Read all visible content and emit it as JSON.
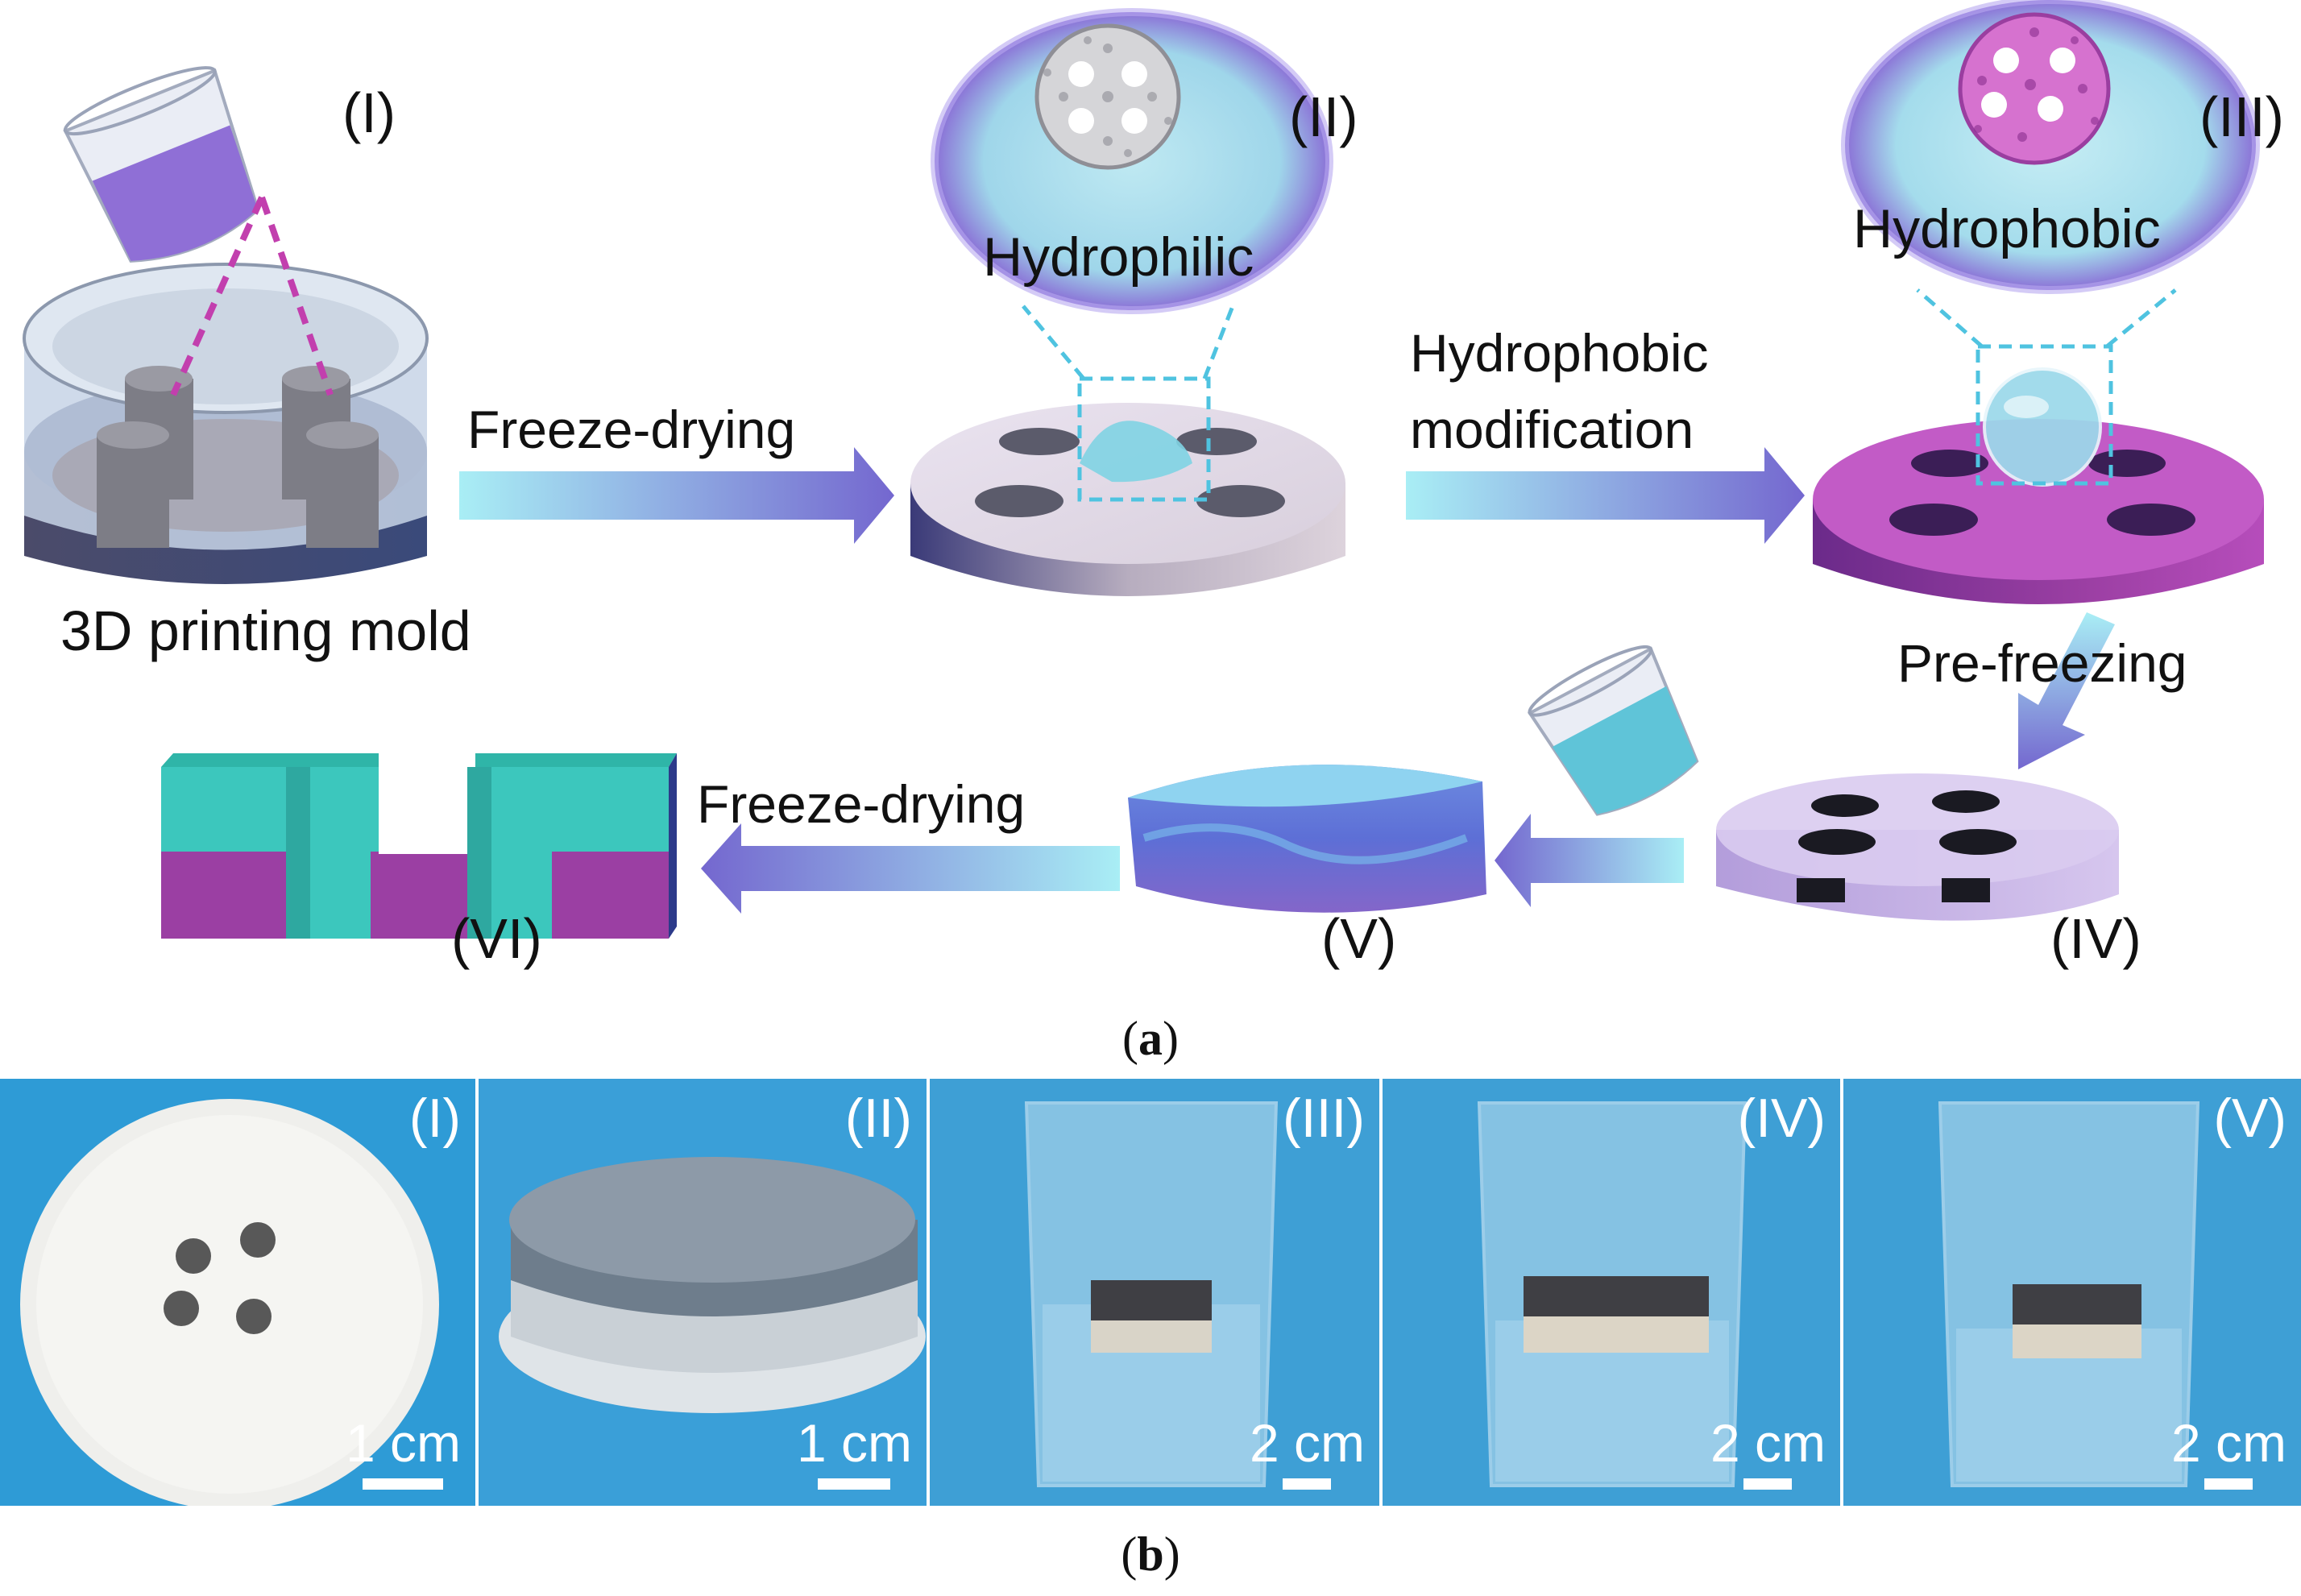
{
  "panel_a": {
    "caption_label": "a",
    "step_numbers": [
      "(I)",
      "(II)",
      "(III)",
      "(IV)",
      "(V)",
      "(VI)"
    ],
    "mold_label": "3D printing mold",
    "arrow_labels": {
      "freeze_drying_top": "Freeze-drying",
      "hydrophobic_mod_line1": "Hydrophobic",
      "hydrophobic_mod_line2": "modification",
      "pre_freezing": "Pre-freezing",
      "freeze_drying_bottom": "Freeze-drying"
    },
    "bubble_labels": {
      "hydrophilic": "Hydrophilic",
      "hydrophobic": "Hydrophobic"
    },
    "colors": {
      "teal": "#3cc7bd",
      "magenta": "#9b3fa3",
      "arrow_light": "#8ee3ee",
      "arrow_dark": "#7a6fd0",
      "bubble_edge": "#7fd6e6",
      "dashed_box": "#4fc3e0"
    }
  },
  "panel_b": {
    "caption_label": "b",
    "photos": [
      {
        "roman": "(I)",
        "scale": "1 cm"
      },
      {
        "roman": "(II)",
        "scale": "1 cm"
      },
      {
        "roman": "(III)",
        "scale": "2 cm"
      },
      {
        "roman": "(IV)",
        "scale": "2 cm"
      },
      {
        "roman": "(V)",
        "scale": "2 cm"
      }
    ],
    "colors": {
      "background": "#2e9bd6"
    }
  }
}
